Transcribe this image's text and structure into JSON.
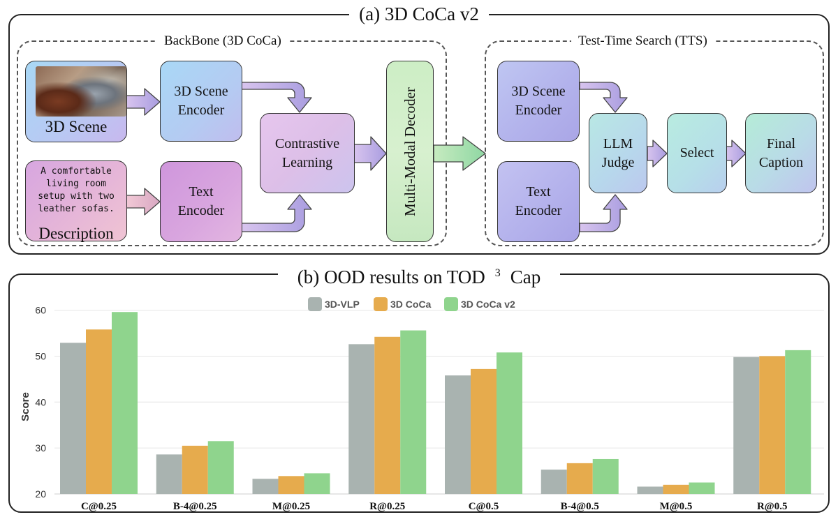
{
  "panel_a": {
    "title": "(a) 3D CoCa v2",
    "backbone_label": "BackBone (3D CoCa)",
    "tts_label": "Test-Time Search (TTS)",
    "scene_label": "3D Scene",
    "description_text": "A comfortable living room setup with two leather sofas.",
    "description_label": "Description",
    "scene_encoder": "3D Scene Encoder",
    "text_encoder": "Text Encoder",
    "contrastive": "Contrastive Learning",
    "decoder": "Multi-Modal Decoder",
    "tts_scene_encoder": "3D Scene Encoder",
    "tts_text_encoder": "Text Encoder",
    "llm_judge": "LLM Judge",
    "select": "Select",
    "final_caption": "Final Caption"
  },
  "panel_b": {
    "title_main": "(b) OOD results on TOD",
    "title_sup": "3",
    "title_end": "Cap"
  },
  "chart_data": {
    "type": "bar",
    "title": "",
    "xlabel": "",
    "ylabel": "Score",
    "ylim": [
      20,
      61
    ],
    "yticks": [
      20,
      30,
      40,
      50,
      60
    ],
    "grid": true,
    "legend_position": "top-center",
    "categories": [
      "C@0.25",
      "B-4@0.25",
      "M@0.25",
      "R@0.25",
      "C@0.5",
      "B-4@0.5",
      "M@0.5",
      "R@0.5"
    ],
    "series": [
      {
        "name": "3D-VLP",
        "color": "#a9b3b0",
        "values": [
          52.9,
          28.6,
          23.3,
          52.6,
          45.8,
          25.3,
          21.6,
          49.8
        ]
      },
      {
        "name": "3D CoCa",
        "color": "#e6ab4d",
        "values": [
          55.8,
          30.5,
          23.9,
          54.2,
          47.2,
          26.7,
          22.0,
          50.0
        ]
      },
      {
        "name": "3D CoCa v2",
        "color": "#8fd48d",
        "values": [
          59.6,
          31.5,
          24.5,
          55.6,
          50.8,
          27.6,
          22.5,
          51.3
        ]
      }
    ]
  }
}
